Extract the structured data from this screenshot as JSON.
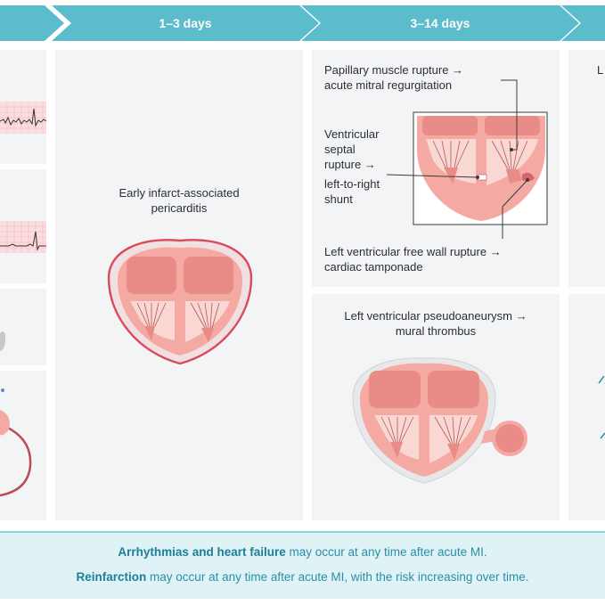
{
  "header": {
    "stage_1_3_days": "1–3 days",
    "stage_3_14_days": "3–14 days"
  },
  "panels": {
    "pericarditis": "Early infarct-associated pericarditis",
    "papillary_line1": "Papillary muscle rupture →",
    "papillary_line2": "acute mitral regurgitation",
    "vsr_line1": "Ventricular",
    "vsr_line2": "septal",
    "vsr_line3": "rupture →",
    "vsr_line4": "left-to-right",
    "vsr_line5": "shunt",
    "free_wall_line1": "Left ventricular free wall rupture →",
    "free_wall_line2": "cardiac tamponade",
    "pseudo_line1": "Left ventricular pseudoaneurysm →",
    "pseudo_line2": "mural thrombus",
    "cut_off_right": "L"
  },
  "footer": {
    "line1_bold": "Arrhythmias and heart failure",
    "line1_rest": " may occur at any time after acute MI.",
    "line2_bold": "Reinfarction",
    "line2_rest": " may occur at any time after acute MI, with the risk increasing over time."
  },
  "colors": {
    "banner": "#5bbccb",
    "myocardium": "#f4a9a3",
    "chamber": "#f9d7d2",
    "pericardium_inflamed": "#d94a5a",
    "footer_bg": "#dff2f6",
    "footer_text": "#2a8fa6"
  }
}
